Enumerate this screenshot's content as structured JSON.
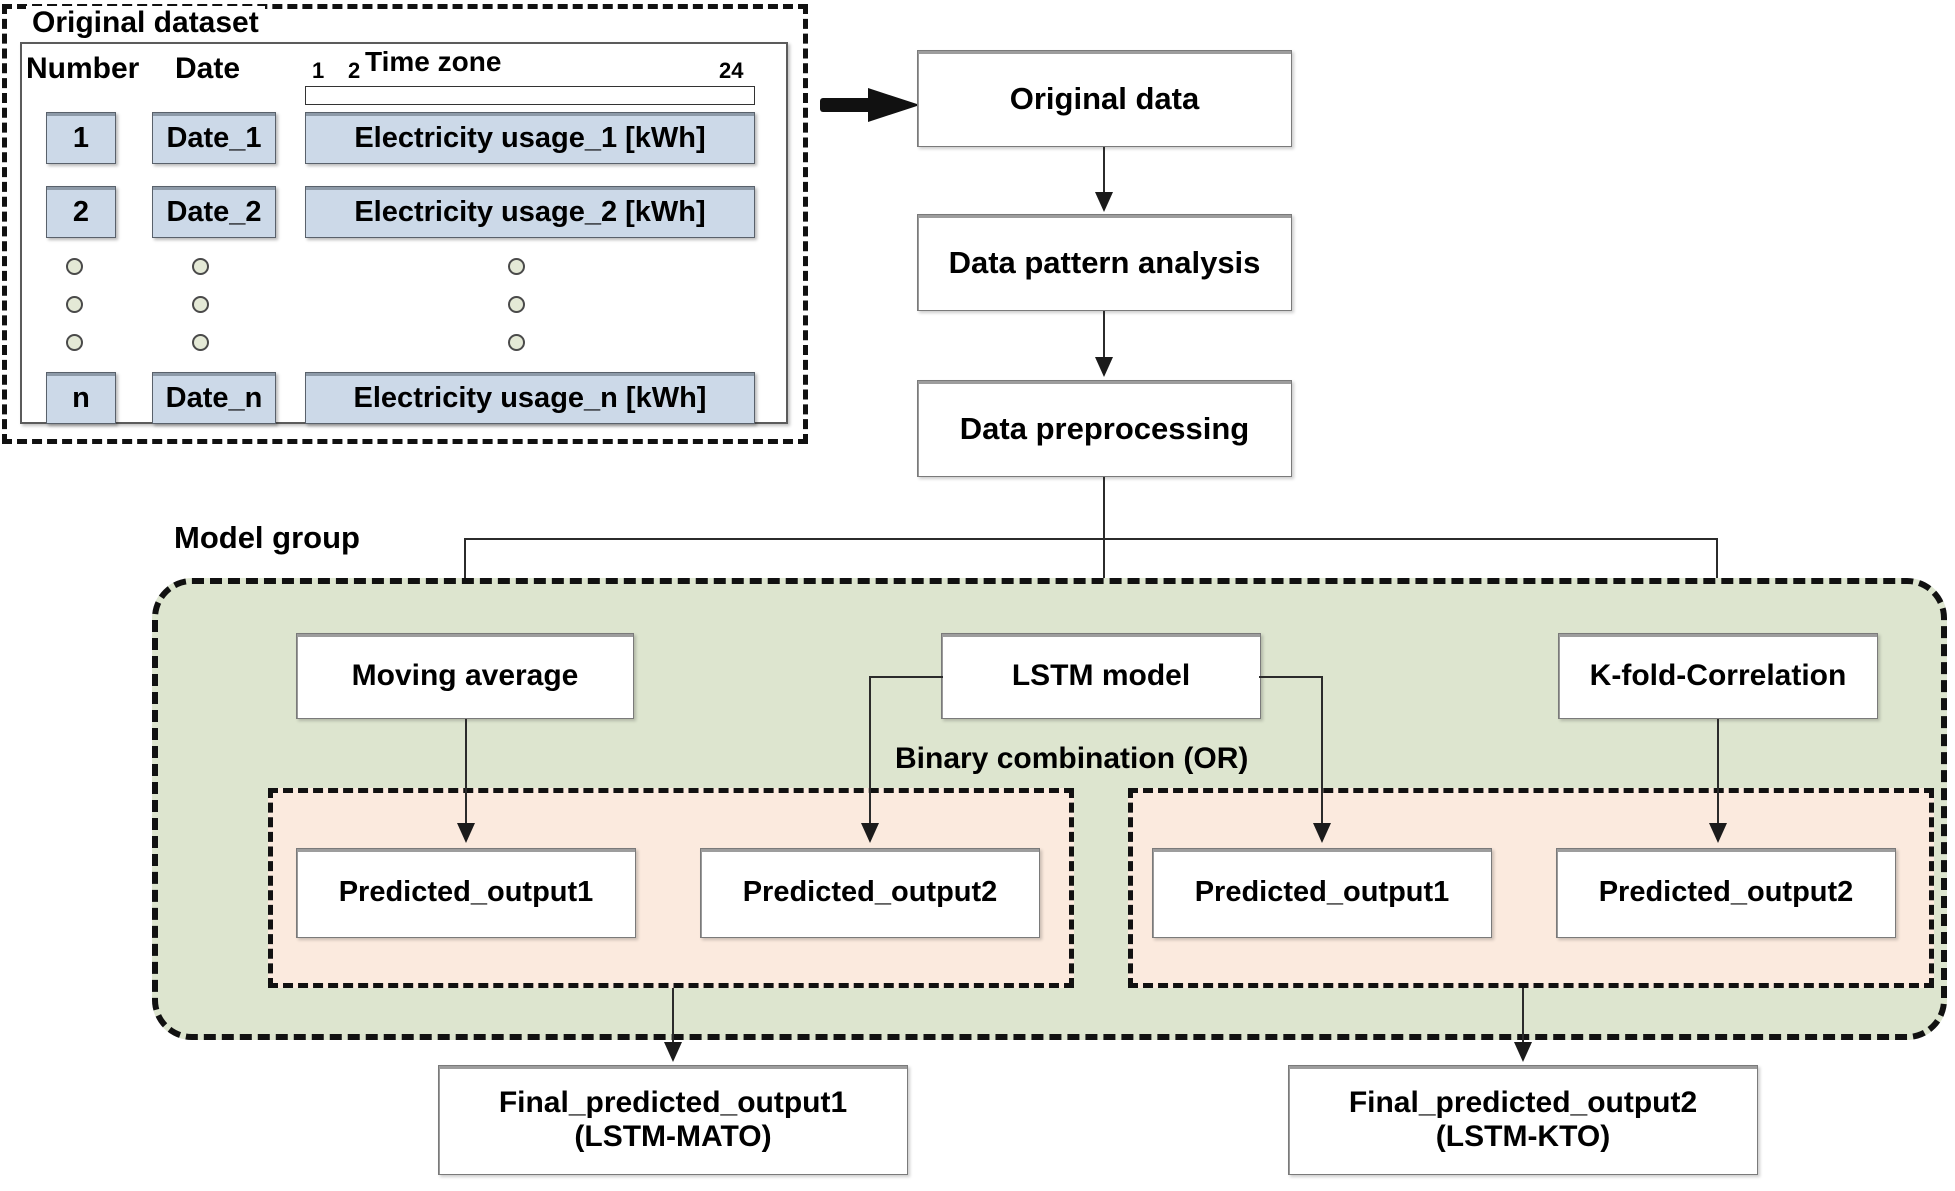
{
  "dataset": {
    "title": "Original dataset",
    "headers": [
      "Number",
      "Date",
      "Time zone"
    ],
    "timezone_ticks": [
      "1",
      "2",
      "24"
    ],
    "rows": [
      {
        "number": "1",
        "date": "Date_1",
        "usage": "Electricity usage_1 [kWh]"
      },
      {
        "number": "2",
        "date": "Date_2",
        "usage": "Electricity usage_2 [kWh]"
      },
      {
        "number": "n",
        "date": "Date_n",
        "usage": "Electricity usage_n [kWh]"
      }
    ],
    "ellipsis_rows": 3
  },
  "pipeline": {
    "original_data": "Original data",
    "data_pattern_analysis": "Data pattern analysis",
    "data_preprocessing": "Data preprocessing"
  },
  "model_group": {
    "title": "Model group",
    "models": [
      "Moving average",
      "LSTM model",
      "K-fold-Correlation"
    ],
    "combination_label": "Binary combination (OR)",
    "left_group": [
      "Predicted_output1",
      "Predicted_output2"
    ],
    "right_group": [
      "Predicted_output1",
      "Predicted_output2"
    ]
  },
  "final_outputs": [
    {
      "line1": "Final_predicted_output1",
      "line2": "(LSTM-MATO)"
    },
    {
      "line1": "Final_predicted_output2",
      "line2": "(LSTM-KTO)"
    }
  ],
  "colors": {
    "model_group_bg": "#dde5cf",
    "binary_group_bg": "#fbeade",
    "table_cell_bg": "#ccd9e8",
    "ellipsis_dot": "#e4e9d6",
    "line": "#2b2b2b"
  }
}
